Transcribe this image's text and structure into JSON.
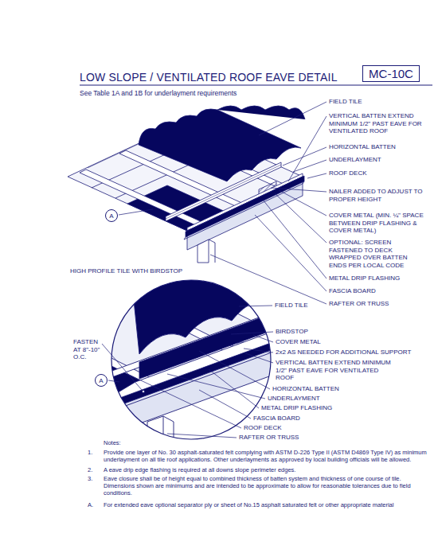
{
  "diagram": {
    "title": "LOW SLOPE / VENTILATED ROOF EAVE DETAIL",
    "nodes": [
      {
        "text": [
          "MC-10C"
        ]
      },
      {
        "text": [
          "A"
        ]
      },
      {
        "text": [
          "A"
        ]
      }
    ],
    "labels": [
      "See Table 1A and 1B for underlayment requirements",
      "FIELD TILE",
      "VERTICAL BATTEN EXTEND MINIMUM 1/2\" PAST EAVE FOR VENTILATED ROOF",
      "HORIZONTAL BATTEN",
      "UNDERLAYMENT",
      "ROOF DECK",
      "NAILER ADDED TO ADJUST TO PROPER HEIGHT",
      "COVER METAL (MIN. ¼\" SPACE BETWEEN DRIP FLASHING & COVER METAL)",
      "OPTIONAL: SCREEN FASTENED TO DECK WRAPPED OVER BATTEN ENDS PER LOCAL CODE",
      "METAL DRIP FLASHING",
      "FASCIA BOARD",
      "RAFTER OR TRUSS",
      "HIGH PROFILE TILE WITH BIRDSTOP",
      "FIELD TILE",
      "BIRDSTOP",
      "COVER METAL",
      "2x2 AS NEEDED FOR ADDITIONAL SUPPORT",
      "VERTICAL BATTEN EXTEND MINIMUM 1/2\" PAST EAVE FOR VENTILATED ROOF",
      "HORIZONTAL BATTEN",
      "UNDERLAYMENT",
      "METAL DRIP FLASHING",
      "FASCIA BOARD",
      "ROOF DECK",
      "RAFTER OR TRUSS",
      "FASTEN AT 8\"-10\" O.C.",
      "Notes:",
      "1.",
      "Provide one layer of No. 30 asphalt-saturated felt complying with ASTM D-226 Type II (ASTM D4869 Type IV) as minimum underlayment on all tile roof applications. Other underlayments as approved by local building officials will be allowed.",
      "2.",
      "A eave drip edge flashing is required at all downs slope perimeter edges.",
      "3.",
      "Eave closure shall be of height equal to combined thickness of batten system and thickness of one course of tile. Dimensions shown are minimums and are intended to be approximate to allow for reasonable tolerances due to field conditions.",
      "A.",
      "For extended eave optional separator ply or sheet of No.15 asphalt saturated felt or other appropriate material"
    ]
  }
}
